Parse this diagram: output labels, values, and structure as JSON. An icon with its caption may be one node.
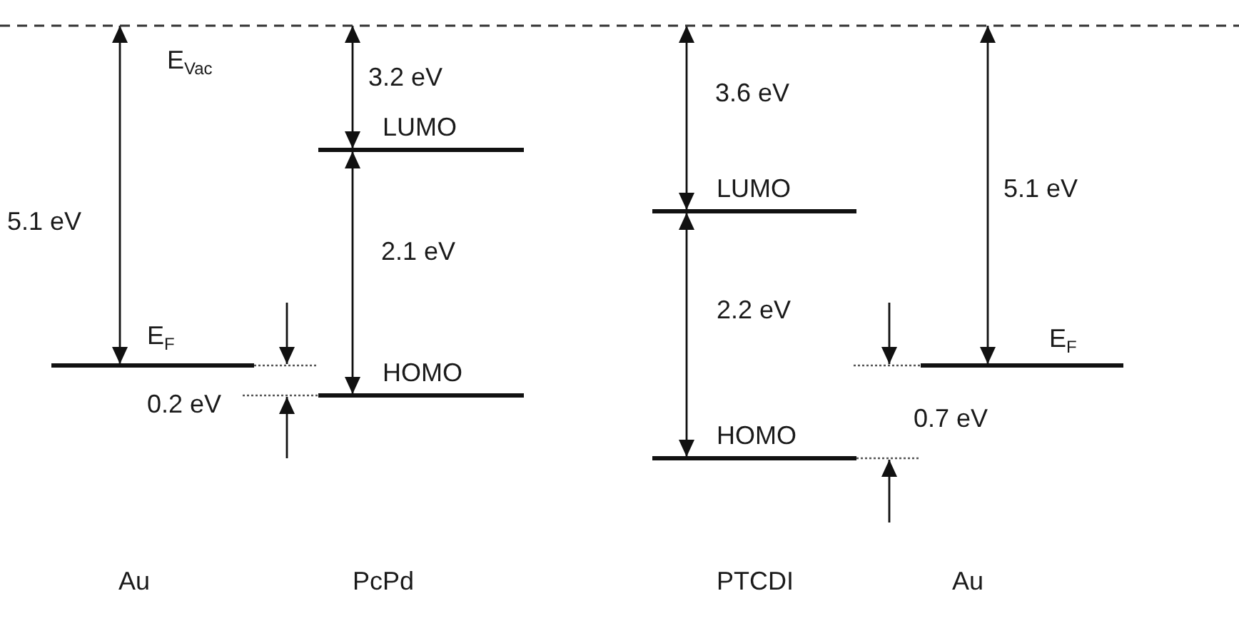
{
  "diagram": {
    "nodes": [
      {
        "text": [],
        "shape": "bar",
        "beside": [
          "E$_{Vac}$"
        ]
      },
      {
        "text": [
          "E$_{F}$"
        ]
      },
      {
        "text": [
          "LUMO"
        ]
      },
      {
        "text": [
          "HOMO"
        ]
      },
      {
        "text": [
          "LUMO"
        ]
      },
      {
        "text": [
          "HOMO"
        ]
      },
      {
        "text": [
          "E$_{F}$"
        ]
      }
    ],
    "edges": [
      {
        "from": 0,
        "to": 1,
        "arrow": "both",
        "label": "5.1 eV"
      },
      {
        "from": 0,
        "to": 2,
        "arrow": "both",
        "label": "3.2 eV"
      },
      {
        "from": 2,
        "to": 3,
        "arrow": "both",
        "label": "2.1 eV"
      },
      {
        "from": 0,
        "to": 4,
        "arrow": "both",
        "label": "3.6 eV"
      },
      {
        "from": 4,
        "to": 5,
        "arrow": "both",
        "label": "2.2 eV"
      },
      {
        "from": 0,
        "to": 6,
        "arrow": "both",
        "label": "5.1 eV"
      },
      {
        "from": null,
        "to": 1,
        "arrow": "to"
      },
      {
        "from": null,
        "to": 3,
        "arrow": "to"
      },
      {
        "from": null,
        "to": 6,
        "arrow": "to"
      },
      {
        "from": null,
        "to": 5,
        "arrow": "to"
      }
    ],
    "labels": [
      "0.2 eV",
      "0.7 eV",
      "Au",
      "PcPd",
      "PTCDI",
      "Au"
    ]
  }
}
